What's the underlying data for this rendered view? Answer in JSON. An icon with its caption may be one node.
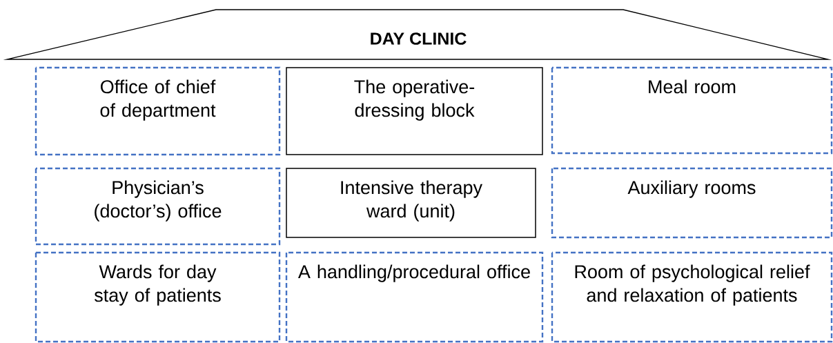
{
  "diagram": {
    "nodes": [
      {
        "text": [
          "DAY CLINIC"
        ]
      },
      {
        "text": [
          "Office of chief of department"
        ]
      },
      {
        "text": [
          "The operative-dressing block"
        ]
      },
      {
        "text": [
          "Meal room"
        ]
      },
      {
        "text": [
          "Physician’s (doctor’s) office"
        ]
      },
      {
        "text": [
          "Intensive therapy ward (unit)"
        ]
      },
      {
        "text": [
          "Auxiliary rooms"
        ]
      },
      {
        "text": [
          "Wards for day stay of patients"
        ]
      },
      {
        "text": [
          "A handling/procedural office"
        ]
      },
      {
        "text": [
          "Room of psychological relief and relaxation of patients"
        ]
      }
    ]
  }
}
